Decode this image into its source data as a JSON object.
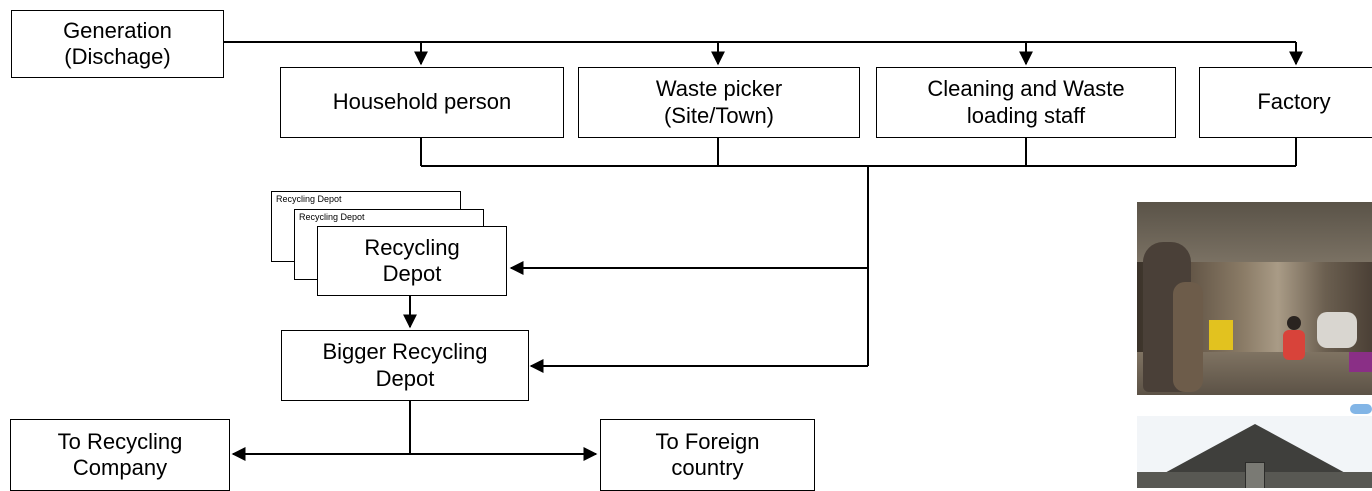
{
  "nodes": {
    "generation": "Generation\n(Dischage)",
    "household": "Household person",
    "waste_picker": "Waste picker\n(Site/Town)",
    "cleaning_staff": "Cleaning and Waste\nloading staff",
    "factory": "Factory",
    "depot_stack_1": "Recycling Depot",
    "depot_stack_2": "Recycling Depot",
    "depot": "Recycling\nDepot",
    "bigger_depot": "Bigger Recycling\nDepot",
    "to_company": "To Recycling\nCompany",
    "to_foreign": "To Foreign\ncountry"
  },
  "colors": {
    "line": "#000000",
    "accent_blue": "#2e84d6"
  },
  "photos": [
    "warehouse-interior-photo",
    "building-exterior-photo"
  ]
}
